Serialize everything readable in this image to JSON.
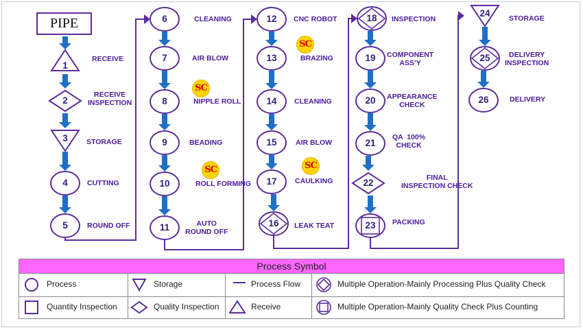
{
  "start_label": "PIPE",
  "steps": [
    {
      "num": "1",
      "shape": "triangle",
      "label": "RECEIVE"
    },
    {
      "num": "2",
      "shape": "diamond",
      "label": "RECEIVE\nINSPECTION"
    },
    {
      "num": "3",
      "shape": "inv-triangle",
      "label": "STORAGE"
    },
    {
      "num": "4",
      "shape": "circle",
      "label": "CUTTING"
    },
    {
      "num": "5",
      "shape": "circle",
      "label": "ROUND OFF"
    },
    {
      "num": "6",
      "shape": "circle",
      "label": "CLEANING"
    },
    {
      "num": "7",
      "shape": "circle",
      "label": "AIR BLOW"
    },
    {
      "num": "8",
      "shape": "circle",
      "label": "NIPPLE ROLL",
      "sc": true
    },
    {
      "num": "9",
      "shape": "circle",
      "label": "BEADING"
    },
    {
      "num": "10",
      "shape": "circle",
      "label": "ROLL FORMING",
      "sc": true
    },
    {
      "num": "11",
      "shape": "circle",
      "label": "AUTO\nROUND OFF"
    },
    {
      "num": "12",
      "shape": "circle",
      "label": "CNC ROBOT"
    },
    {
      "num": "13",
      "shape": "circle",
      "label": "BRAZING",
      "sc": true
    },
    {
      "num": "14",
      "shape": "circle",
      "label": "CLEANING"
    },
    {
      "num": "15",
      "shape": "circle",
      "label": "AIR BLOW"
    },
    {
      "num": "17",
      "shape": "circle",
      "label": "CAULKING",
      "sc": true
    },
    {
      "num": "16",
      "shape": "circle-diamond",
      "label": "LEAK TEAT"
    },
    {
      "num": "18",
      "shape": "circle-diamond",
      "label": "INSPECTION"
    },
    {
      "num": "19",
      "shape": "circle",
      "label": "COMPONENT\nASS’Y"
    },
    {
      "num": "20",
      "shape": "circle",
      "label": "APPEARANCE\nCHECK"
    },
    {
      "num": "21",
      "shape": "circle",
      "label": "QA  100%\nCHECK"
    },
    {
      "num": "22",
      "shape": "diamond",
      "label": "FINAL\nINSPECTION CHECK"
    },
    {
      "num": "23",
      "shape": "circle-square",
      "label": "PACKING"
    },
    {
      "num": "24",
      "shape": "inv-triangle",
      "label": "STORAGE"
    },
    {
      "num": "25",
      "shape": "circle-diamond",
      "label": "DELIVERY\nINSPECTION"
    },
    {
      "num": "26",
      "shape": "circle",
      "label": "DELIVERY"
    }
  ],
  "sc_mark": "SC",
  "legend": {
    "title": "Process  Symbol",
    "items": [
      {
        "symbol": "circle",
        "label": "Process"
      },
      {
        "symbol": "inv-triangle",
        "label": "Storage"
      },
      {
        "symbol": "line",
        "label": "Process Flow"
      },
      {
        "symbol": "circle-diamond",
        "label": "Multiple Operation-Mainly Processing Plus Quality Check"
      },
      {
        "symbol": "square",
        "label": "Quantity Inspection"
      },
      {
        "symbol": "diamond",
        "label": "Quality Inspection"
      },
      {
        "symbol": "triangle",
        "label": "Receive"
      },
      {
        "symbol": "circle-square",
        "label": "Multiple Operation-Mainly Quality Check Plus Counting"
      }
    ]
  },
  "colors": {
    "stroke": "#5a2d9a",
    "arrow": "#1f6fc7",
    "label": "#4a1a9c",
    "legend_header": "#ff66ff"
  }
}
